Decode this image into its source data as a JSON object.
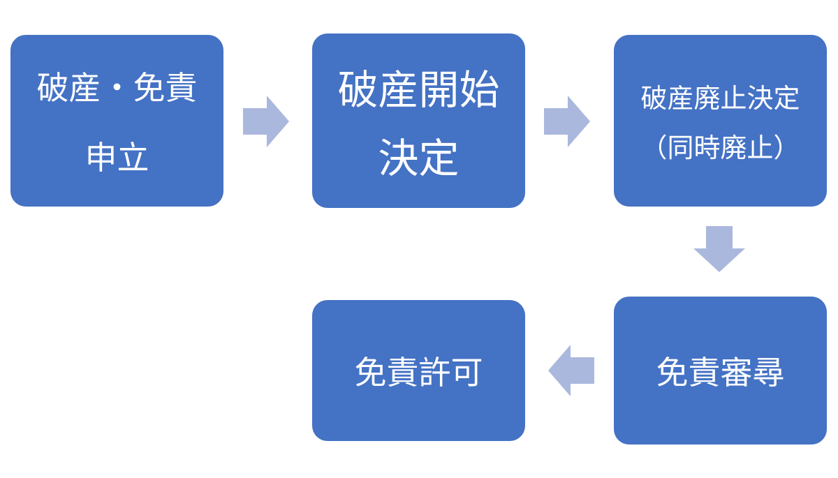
{
  "diagram": {
    "colors": {
      "box_fill": "#4472c4",
      "box_text": "#ffffff",
      "arrow_fill": "#aab8dd",
      "background": "#ffffff"
    },
    "steps": [
      {
        "lines": [
          "破産・免責",
          "申立"
        ]
      },
      {
        "lines": [
          "破産開始",
          "決定"
        ]
      },
      {
        "lines": [
          "破産廃止決定",
          "（同時廃止）"
        ]
      },
      {
        "lines": [
          "免責審尋"
        ]
      },
      {
        "lines": [
          "免責許可"
        ]
      }
    ],
    "connectors": [
      {
        "from": 1,
        "to": 2,
        "direction": "right"
      },
      {
        "from": 2,
        "to": 3,
        "direction": "right"
      },
      {
        "from": 3,
        "to": 4,
        "direction": "down"
      },
      {
        "from": 4,
        "to": 5,
        "direction": "left"
      }
    ]
  }
}
